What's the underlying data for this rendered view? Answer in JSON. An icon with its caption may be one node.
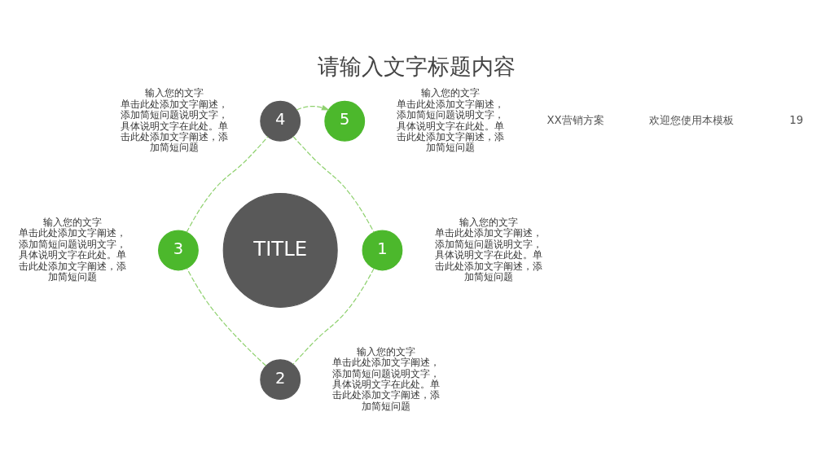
{
  "diagram": {
    "title": "请输入文字标题内容",
    "nodes": [
      {
        "text": [
          "TITLE"
        ]
      },
      {
        "text": [
          "1"
        ],
        "beside": [
          "输入您的文字",
          "单击此处添加文字阐述，添加简短问题说明文字，具体说明文字在此处。单击此处添加文字阐述，添加简短问题"
        ]
      },
      {
        "text": [
          "2"
        ],
        "beside": [
          "输入您的文字",
          "单击此处添加文字阐述，添加简短问题说明文字，具体说明文字在此处。单击此处添加文字阐述，添加简短问题"
        ]
      },
      {
        "text": [
          "3"
        ],
        "beside": [
          "输入您的文字",
          "单击此处添加文字阐述，添加简短问题说明文字，具体说明文字在此处。单击此处添加文字阐述，添加简短问题"
        ]
      },
      {
        "text": [
          "4"
        ],
        "beside": [
          "输入您的文字",
          "单击此处添加文字阐述，添加简短问题说明文字，具体说明文字在此处。单击此处添加文字阐述，添加简短问题"
        ]
      },
      {
        "text": [
          "5"
        ],
        "beside": [
          "输入您的文字",
          "单击此处添加文字阐述，添加简短问题说明文字，具体说明文字在此处。单击此处添加文字阐述，添加简短问题"
        ]
      }
    ],
    "edges": [
      {
        "from": 4,
        "to": 5,
        "arrow": "to",
        "style": "dashed"
      },
      {
        "from": 4,
        "to": 1,
        "arrow": "none",
        "style": "dashed"
      },
      {
        "from": 1,
        "to": 2,
        "arrow": "none",
        "style": "dashed"
      },
      {
        "from": 2,
        "to": 3,
        "arrow": "none",
        "style": "dashed"
      },
      {
        "from": 3,
        "to": 4,
        "arrow": "none",
        "style": "dashed"
      }
    ],
    "labels": [
      "XX营销方案",
      "欢迎您使用本模板",
      "19"
    ]
  }
}
